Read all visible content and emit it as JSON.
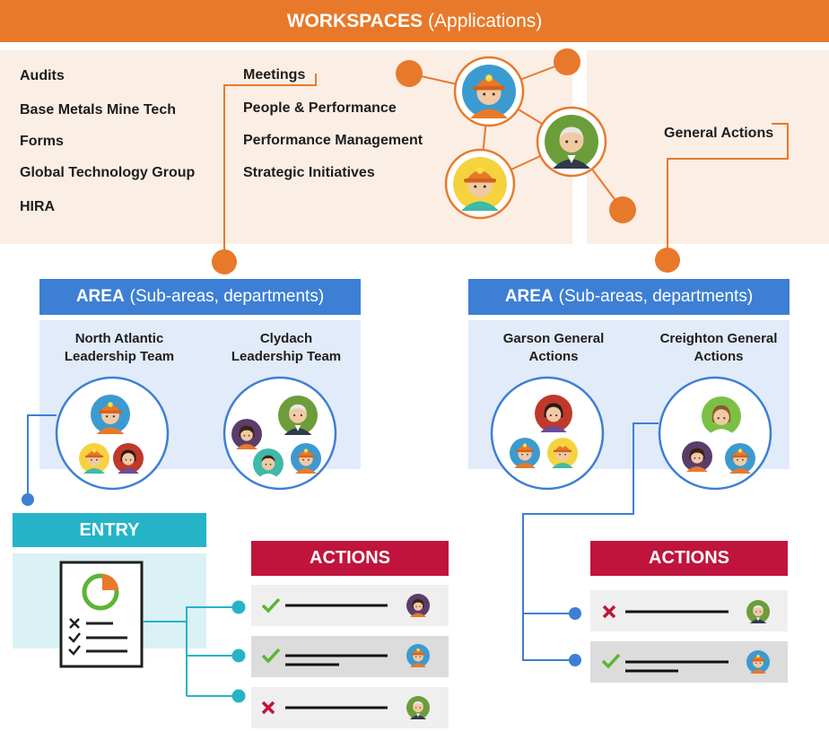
{
  "workspaces": {
    "title_bold": "WORKSPACES",
    "title_rest": "(Applications)",
    "items_left": [
      "Audits",
      "Base Metals Mine Tech",
      "Forms",
      "Global Technology Group",
      "HIRA"
    ],
    "items_mid": [
      "Meetings",
      "People & Performance",
      "Performance Management",
      "Strategic Initiatives"
    ],
    "items_right": [
      "General Actions"
    ]
  },
  "areas": [
    {
      "title_bold": "AREA",
      "title_rest": "(Sub-areas, departments)",
      "teams": [
        "North Atlantic\nLeadership Team",
        "Clydach\nLeadership Team"
      ]
    },
    {
      "title_bold": "AREA",
      "title_rest": "(Sub-areas, departments)",
      "teams": [
        "Garson General\nActions",
        "Creighton General\nActions"
      ]
    }
  ],
  "entry": {
    "title": "ENTRY"
  },
  "actions_left": {
    "title": "ACTIONS",
    "rows": [
      {
        "status": "check",
        "avatar": "purple-woman-avatar"
      },
      {
        "status": "check",
        "avatar": "miner-avatar"
      },
      {
        "status": "cross",
        "avatar": "elder-man-avatar"
      }
    ]
  },
  "actions_right": {
    "title": "ACTIONS",
    "rows": [
      {
        "status": "cross",
        "avatar": "elder-man-avatar"
      },
      {
        "status": "check",
        "avatar": "miner-avatar"
      }
    ]
  },
  "colors": {
    "orange": "#e8792a",
    "blue": "#3d7fd4",
    "teal": "#25b4c7",
    "crimson": "#c0143c",
    "check_green": "#5bb531",
    "cross_red": "#c0143c"
  }
}
